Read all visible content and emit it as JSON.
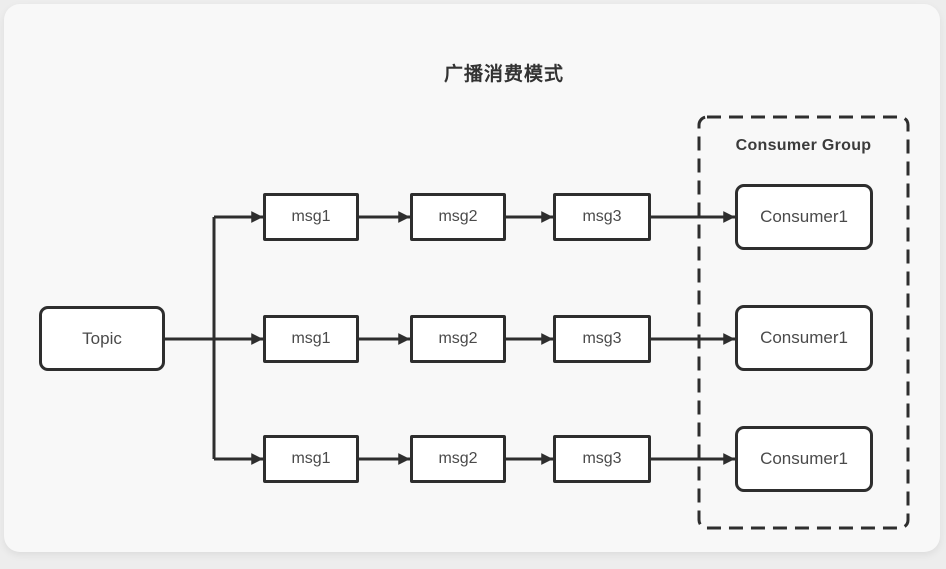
{
  "page": {
    "title": "广播消费模式"
  },
  "topic": {
    "label": "Topic"
  },
  "rows": [
    {
      "msgs": [
        "msg1",
        "msg2",
        "msg3"
      ]
    },
    {
      "msgs": [
        "msg1",
        "msg2",
        "msg3"
      ]
    },
    {
      "msgs": [
        "msg1",
        "msg2",
        "msg3"
      ]
    }
  ],
  "consumer_group": {
    "label": "Consumer Group",
    "consumers": [
      {
        "label": "Consumer1"
      },
      {
        "label": "Consumer1"
      },
      {
        "label": "Consumer1"
      }
    ]
  },
  "colors": {
    "stroke": "#2e2e2e",
    "box_border": "#2e2e2e",
    "box_fill": "#ffffff",
    "label_text": "#4a4a4a",
    "title_text": "#333333",
    "canvas_bg": "#f8f8f8",
    "page_bg": "#ededed"
  }
}
